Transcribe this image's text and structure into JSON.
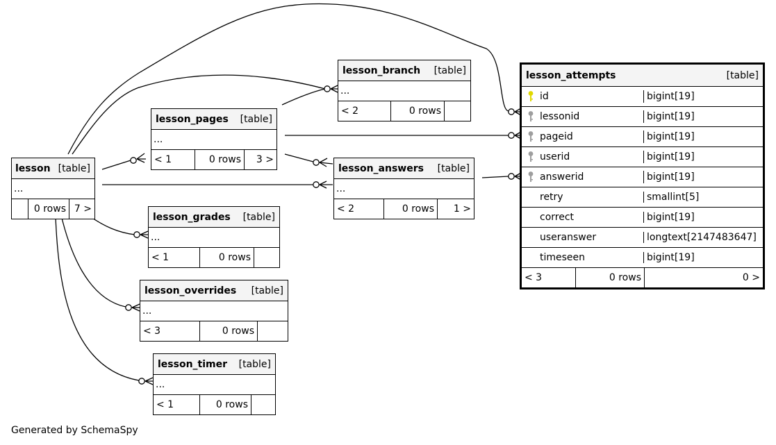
{
  "footer": "Generated by SchemaSpy",
  "tables": {
    "lesson": {
      "name": "lesson",
      "kind": "[table]",
      "columns": "...",
      "parents": "",
      "rows": "0 rows",
      "children": "7 >"
    },
    "lesson_branch": {
      "name": "lesson_branch",
      "kind": "[table]",
      "columns": "...",
      "parents": "< 2",
      "rows": "0 rows",
      "children": ""
    },
    "lesson_pages": {
      "name": "lesson_pages",
      "kind": "[table]",
      "columns": "...",
      "parents": "< 1",
      "rows": "0 rows",
      "children": "3 >"
    },
    "lesson_answers": {
      "name": "lesson_answers",
      "kind": "[table]",
      "columns": "...",
      "parents": "< 2",
      "rows": "0 rows",
      "children": "1 >"
    },
    "lesson_grades": {
      "name": "lesson_grades",
      "kind": "[table]",
      "columns": "...",
      "parents": "< 1",
      "rows": "0 rows",
      "children": ""
    },
    "lesson_overrides": {
      "name": "lesson_overrides",
      "kind": "[table]",
      "columns": "...",
      "parents": "< 3",
      "rows": "0 rows",
      "children": ""
    },
    "lesson_timer": {
      "name": "lesson_timer",
      "kind": "[table]",
      "columns": "...",
      "parents": "< 1",
      "rows": "0 rows",
      "children": ""
    },
    "lesson_attempts": {
      "name": "lesson_attempts",
      "kind": "[table]",
      "parents": "< 3",
      "rows": "0 rows",
      "children": "0 >",
      "columns": [
        {
          "name": "id",
          "type": "bigint[19]",
          "key": "primary"
        },
        {
          "name": "lessonid",
          "type": "bigint[19]",
          "key": "foreign"
        },
        {
          "name": "pageid",
          "type": "bigint[19]",
          "key": "foreign"
        },
        {
          "name": "userid",
          "type": "bigint[19]",
          "key": "foreign"
        },
        {
          "name": "answerid",
          "type": "bigint[19]",
          "key": "foreign"
        },
        {
          "name": "retry",
          "type": "smallint[5]",
          "key": ""
        },
        {
          "name": "correct",
          "type": "bigint[19]",
          "key": ""
        },
        {
          "name": "useranswer",
          "type": "longtext[2147483647]",
          "key": ""
        },
        {
          "name": "timeseen",
          "type": "bigint[19]",
          "key": ""
        }
      ]
    }
  },
  "colors": {
    "primary_key": "#e0d800",
    "foreign_key": "#9e9e9e",
    "header_bg": "#f4f4f4",
    "line": "#000000"
  }
}
